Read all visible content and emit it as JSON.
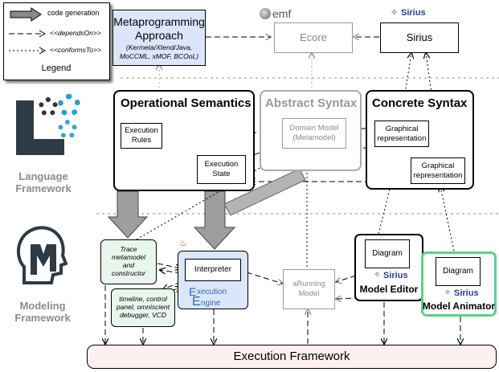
{
  "legend": {
    "code_generation": "code generation",
    "depends_on": "<<dependsOn>>",
    "conforms_to": "<<conformsTo>>",
    "title": "Legend"
  },
  "metaprogramming": {
    "title_line1": "Metaprogramming",
    "title_line2": "Approach",
    "languages_line1": "(Kermeta/Xtend/Java,",
    "languages_line2": "MoCCML, xMOF, BCOoL)"
  },
  "top": {
    "emf_logo": "emf",
    "ecore": "Ecore",
    "sirius_logo": "Sirius",
    "sirius": "Sirius"
  },
  "layers": {
    "language_line1": "Language",
    "language_line2": "Framework",
    "modeling_line1": "Modeling",
    "modeling_line2": "Framework"
  },
  "operational_semantics": {
    "title": "Operational Semantics",
    "rules_line1": "Execution",
    "rules_line2": "Rules",
    "state_line1": "Execution",
    "state_line2": "State"
  },
  "abstract_syntax": {
    "title": "Abstract Syntax",
    "domain_line1": "Domain Model",
    "domain_line2": "(Metamodel)"
  },
  "concrete_syntax": {
    "title": "Concrete Syntax",
    "graphical1_line1": "Graphical",
    "graphical1_line2": "representation",
    "graphical2_line1": "Graphical",
    "graphical2_line2": "representation"
  },
  "modeling": {
    "trace_line1": "Trace",
    "trace_line2": "metamodel",
    "trace_line3": "and",
    "trace_line4": "constructor",
    "tools_line1": "timeline, control",
    "tools_line2": "panel, omniscient",
    "tools_line3": "debugger, VCD",
    "interpreter": "Interpreter",
    "engine_line1": "xecution",
    "engine_line2": "ngine",
    "engine_letter1": "E",
    "engine_letter2": "E",
    "running_line1": "aRunning",
    "running_line2": "Model",
    "editor_diagram": "Diagram",
    "editor_sirius": "Sirius",
    "editor_label": "Model Editor",
    "animator_diagram": "Diagram",
    "animator_sirius": "Sirius",
    "animator_label": "Model Animator"
  },
  "execution_framework": "Execution Framework",
  "colors": {
    "metaprog_fill": "#dbe6fb",
    "engine_fill": "#dbe6fb",
    "green_fill": "#e8f6ee",
    "animator_border": "#5fcf8c",
    "framework_fill": "#fdf0f1",
    "layer_label": "#8c8c8c"
  },
  "icons": [
    "code-generation-arrow-icon",
    "emf-logo-icon",
    "sirius-logo-icon",
    "gears-icon",
    "head-icon",
    "java-cup-icon"
  ]
}
